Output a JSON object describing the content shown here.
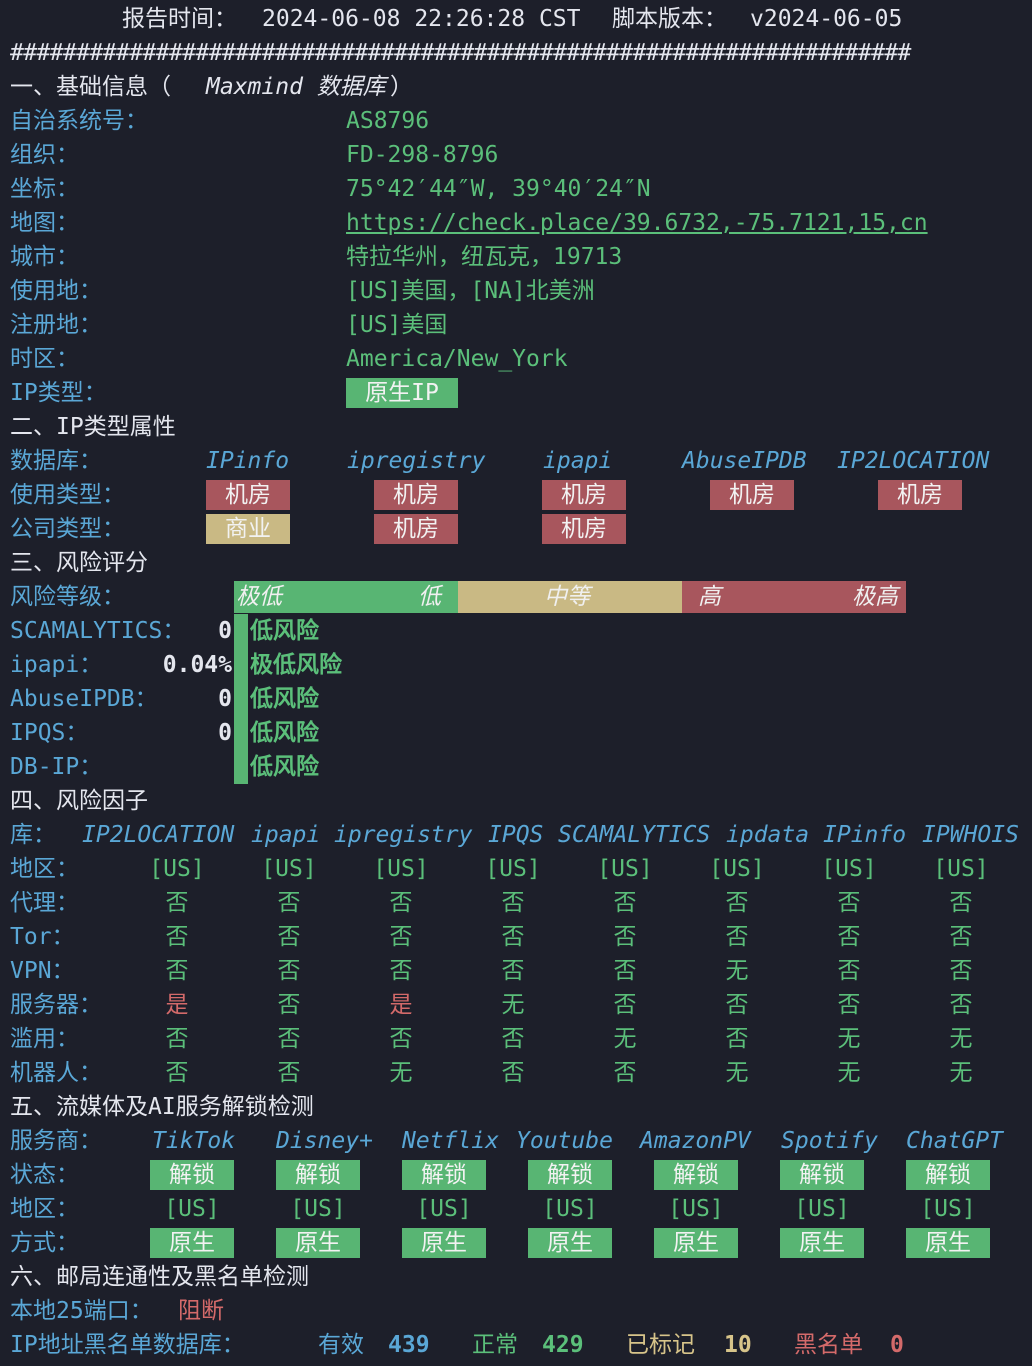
{
  "header": {
    "report_label": "报告时间：",
    "report_time": "2024-06-08 22:26:28 CST",
    "version_label": "脚本版本：",
    "version": "v2024-06-05",
    "divider": "####################################################################"
  },
  "section1": {
    "title_prefix": "一、基础信息（",
    "title_db": "Maxmind 数据库",
    "title_suffix": "）",
    "rows": [
      {
        "label": "自治系统号：",
        "value": "AS8796"
      },
      {
        "label": "组织：",
        "value": "FD-298-8796"
      },
      {
        "label": "坐标：",
        "value": "75°42′44″W, 39°40′24″N"
      },
      {
        "label": "地图：",
        "value": "https://check.place/39.6732,-75.7121,15,cn"
      },
      {
        "label": "城市：",
        "value": "特拉华州，纽瓦克，19713"
      },
      {
        "label": "使用地：",
        "value": "[US]美国，[NA]北美洲"
      },
      {
        "label": "注册地：",
        "value": "[US]美国"
      },
      {
        "label": "时区：",
        "value": "America/New_York"
      }
    ],
    "ip_type_label": "IP类型：",
    "ip_type_value": "原生IP"
  },
  "section2": {
    "title": "二、IP类型属性",
    "db_label": "数据库：",
    "dbs": [
      "IPinfo",
      "ipregistry",
      "ipapi",
      "AbuseIPDB",
      "IP2LOCATION"
    ],
    "usage_label": "使用类型：",
    "usage": [
      "机房",
      "机房",
      "机房",
      "机房",
      "机房"
    ],
    "company_label": "公司类型：",
    "company": [
      "商业",
      "机房",
      "机房"
    ]
  },
  "section3": {
    "title": "三、风险评分",
    "level_label": "风险等级：",
    "scale": {
      "very_low": "极低",
      "low": "低",
      "medium": "中等",
      "high": "高",
      "very_high": "极高"
    },
    "scores": [
      {
        "name": "SCAMALYTICS：",
        "score": "0",
        "verdict": "低风险"
      },
      {
        "name": "ipapi：",
        "score": "0.04%",
        "verdict": "极低风险"
      },
      {
        "name": "AbuseIPDB：",
        "score": "0",
        "verdict": "低风险"
      },
      {
        "name": "IPQS：",
        "score": "0",
        "verdict": "低风险"
      },
      {
        "name": "DB-IP：",
        "score": "",
        "verdict": "低风险"
      }
    ]
  },
  "section4": {
    "title": "四、风险因子",
    "lib_label": "库：",
    "libs": [
      "IP2LOCATION",
      "ipapi",
      "ipregistry",
      "IPQS",
      "SCAMALYTICS",
      "ipdata",
      "IPinfo",
      "IPWHOIS"
    ],
    "rows": [
      {
        "label": "地区：",
        "values": [
          "[US]",
          "[US]",
          "[US]",
          "[US]",
          "[US]",
          "[US]",
          "[US]",
          "[US]"
        ]
      },
      {
        "label": "代理：",
        "values": [
          "否",
          "否",
          "否",
          "否",
          "否",
          "否",
          "否",
          "否"
        ]
      },
      {
        "label": "Tor：",
        "values": [
          "否",
          "否",
          "否",
          "否",
          "否",
          "否",
          "否",
          "否"
        ]
      },
      {
        "label": "VPN：",
        "values": [
          "否",
          "否",
          "否",
          "否",
          "否",
          "无",
          "否",
          "否"
        ]
      },
      {
        "label": "服务器：",
        "values": [
          "是",
          "否",
          "是",
          "无",
          "否",
          "否",
          "否",
          "否"
        ]
      },
      {
        "label": "滥用：",
        "values": [
          "否",
          "否",
          "否",
          "否",
          "无",
          "否",
          "无",
          "无"
        ]
      },
      {
        "label": "机器人：",
        "values": [
          "否",
          "否",
          "无",
          "否",
          "否",
          "无",
          "无",
          "无"
        ]
      }
    ]
  },
  "section5": {
    "title": "五、流媒体及AI服务解锁检测",
    "provider_label": "服务商：",
    "providers": [
      "TikTok",
      "Disney+",
      "Netflix",
      "Youtube",
      "AmazonPV",
      "Spotify",
      "ChatGPT"
    ],
    "status_label": "状态：",
    "status": [
      "解锁",
      "解锁",
      "解锁",
      "解锁",
      "解锁",
      "解锁",
      "解锁"
    ],
    "region_label": "地区：",
    "regions": [
      "[US]",
      "[US]",
      "[US]",
      "[US]",
      "[US]",
      "[US]",
      "[US]"
    ],
    "method_label": "方式：",
    "methods": [
      "原生",
      "原生",
      "原生",
      "原生",
      "原生",
      "原生",
      "原生"
    ]
  },
  "section6": {
    "title": "六、邮局连通性及黑名单检测",
    "port_label": "本地25端口：",
    "port_value": "阻断",
    "bl_label": "IP地址黑名单数据库：",
    "valid_label": "有效",
    "valid": "439",
    "normal_label": "正常",
    "normal": "429",
    "marked_label": "已标记",
    "marked": "10",
    "black_label": "黑名单",
    "black": "0"
  },
  "colors": {
    "background": "#1d1f2a",
    "label_blue": "#5aa7d6",
    "value_green": "#5bbf7a",
    "alert_red": "#d46a6a",
    "badge_green": "#58b573",
    "badge_red": "#a8565d",
    "badge_tan": "#c9b984"
  }
}
